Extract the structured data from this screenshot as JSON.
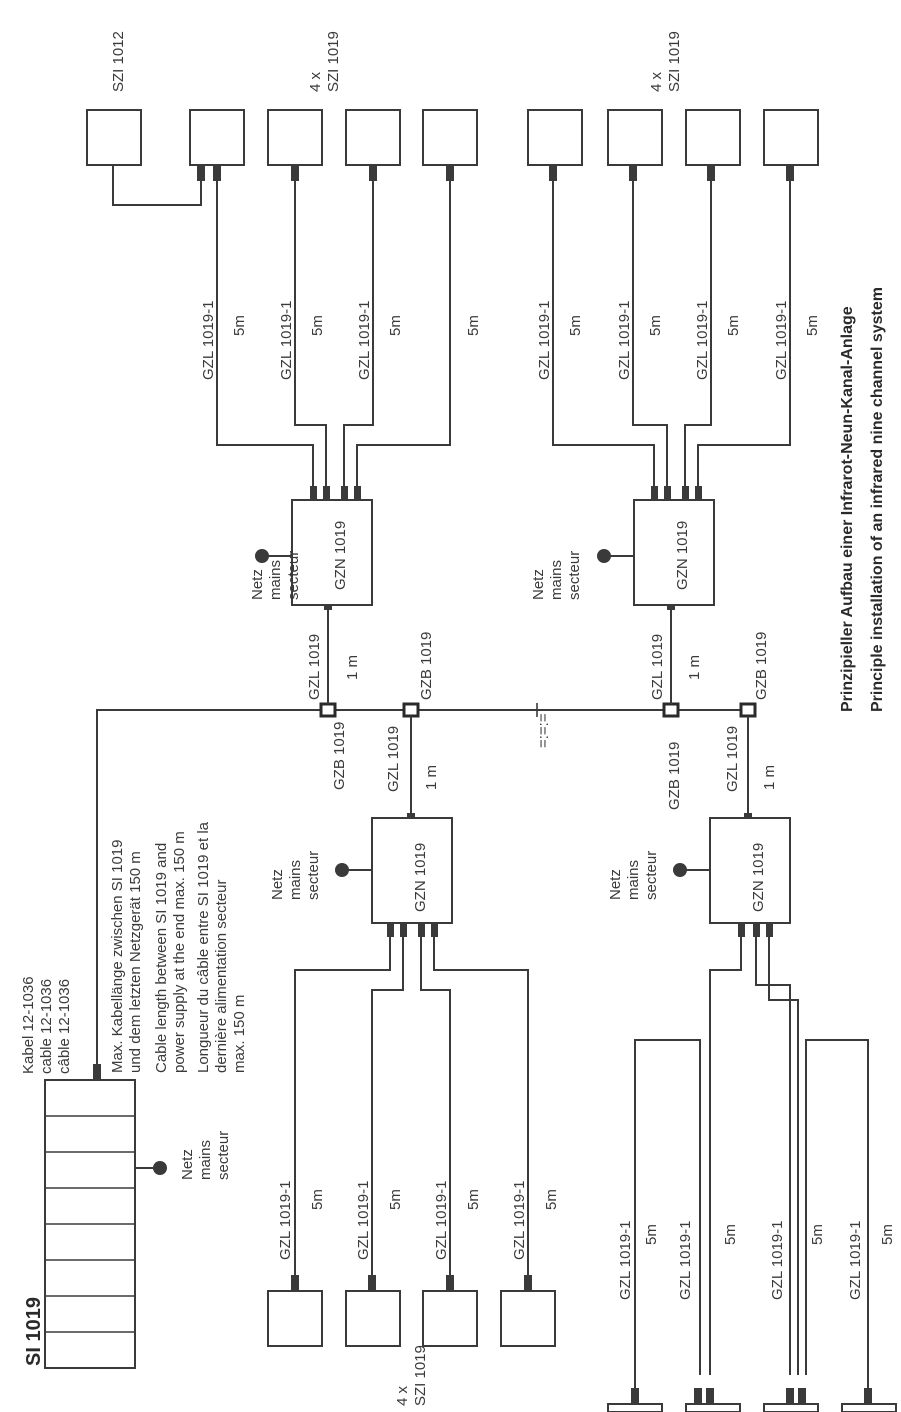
{
  "system": {
    "unit": "SI 1019",
    "cable": [
      "Kabel 12-1036",
      "cable 12-1036",
      "câble 12-1036"
    ],
    "mains": [
      "Netz",
      "mains",
      "secteur"
    ]
  },
  "notes": {
    "de": [
      "Max. Kabellänge zwischen SI 1019",
      "und dem letzten Netzgerät 150 m"
    ],
    "en": [
      "Cable length between SI 1019 and",
      "power supply at the end max. 150 m"
    ],
    "fr": [
      "Longueur du câble entre SI 1019 et la",
      "dernière alimentation secteur",
      "max. 150 m"
    ]
  },
  "caption": {
    "de": "Prinzipieller Aufbau einer Infrarot-Neun-Kanal-Anlage",
    "en": "Principle installation of an infrared nine channel system"
  },
  "labels": {
    "netzgeraet": "GZN 1019",
    "coupler": "GZB 1019",
    "link_cable": "GZL 1019",
    "link_length": "1 m",
    "radiator_cable": "GZL 1019-1",
    "radiator_length": "5m",
    "mains": [
      "Netz",
      "mains",
      "secteur"
    ],
    "radiator_group": [
      "4 x",
      "SZI 1019"
    ],
    "slave": "SZI 1012",
    "break": "=:=:="
  }
}
